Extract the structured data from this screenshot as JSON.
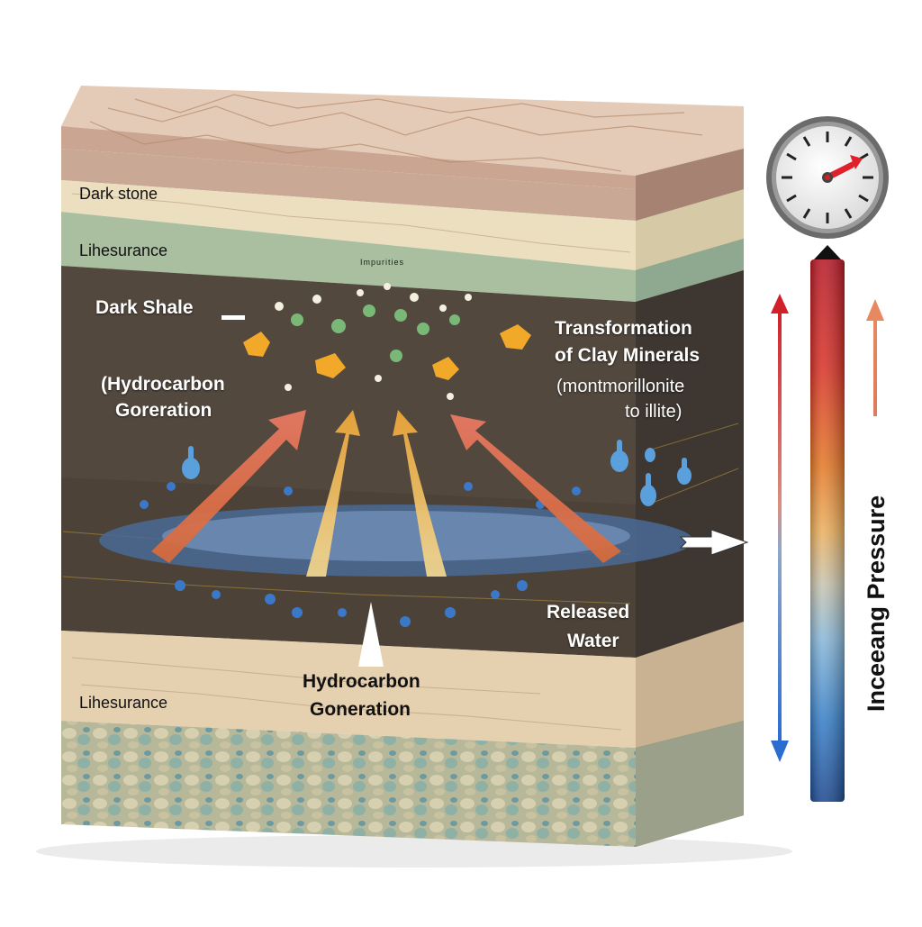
{
  "diagram": {
    "type": "geological cross-section",
    "layers": [
      {
        "name": "top-surface",
        "color": "#d9b8a6",
        "label": ""
      },
      {
        "name": "upper-sandstone",
        "color": "#eadcbc",
        "label": "Dark stone"
      },
      {
        "name": "green-layer",
        "color": "#a8bea0",
        "label": "Lihesurance"
      },
      {
        "name": "dark-shale",
        "color": "#4f463d",
        "label": "Dark Shale"
      },
      {
        "name": "lower-sandstone",
        "color": "#e3cfae",
        "label": "Lihesurance"
      },
      {
        "name": "gravel-base",
        "color": "#aeb59a",
        "label": ""
      }
    ],
    "labels": {
      "dark_stone": "Dark stone",
      "lihesurance_top": "Lihesurance",
      "dark_shale": "Dark Shale",
      "hydrocarbon_left_1": "(Hydrocarbon",
      "hydrocarbon_left_2": "Goreration",
      "transformation_1": "Transformation",
      "transformation_2": "of Clay Minerals",
      "transformation_3": "(montmorillonite",
      "transformation_4": "to illite)",
      "released_1": "Released",
      "released_2": "Water",
      "hydrocarbon_bottom_1": "Hydrocarbon",
      "hydrocarbon_bottom_2": "Goneration",
      "lihesurance_bottom": "Lihesurance",
      "tiny_text": "Impurities",
      "increasing_pressure": "Inceeang Pressure"
    },
    "gauge": {
      "needle_color": "#e0202a",
      "needle_angle_deg": 65
    },
    "pressure_bar": {
      "gradient_top": "#c0202a",
      "gradient_mid": "#e8a040",
      "gradient_low": "#8fb8d8",
      "gradient_bottom": "#1f4f9a"
    },
    "colors": {
      "arrow_red": "#e06a4a",
      "arrow_yellow": "#f0b84a",
      "water_blue": "#4a8ad0",
      "double_arrow_red": "#d0202a",
      "double_arrow_blue": "#2a6cd0",
      "right_arrow": "#e88860"
    }
  }
}
